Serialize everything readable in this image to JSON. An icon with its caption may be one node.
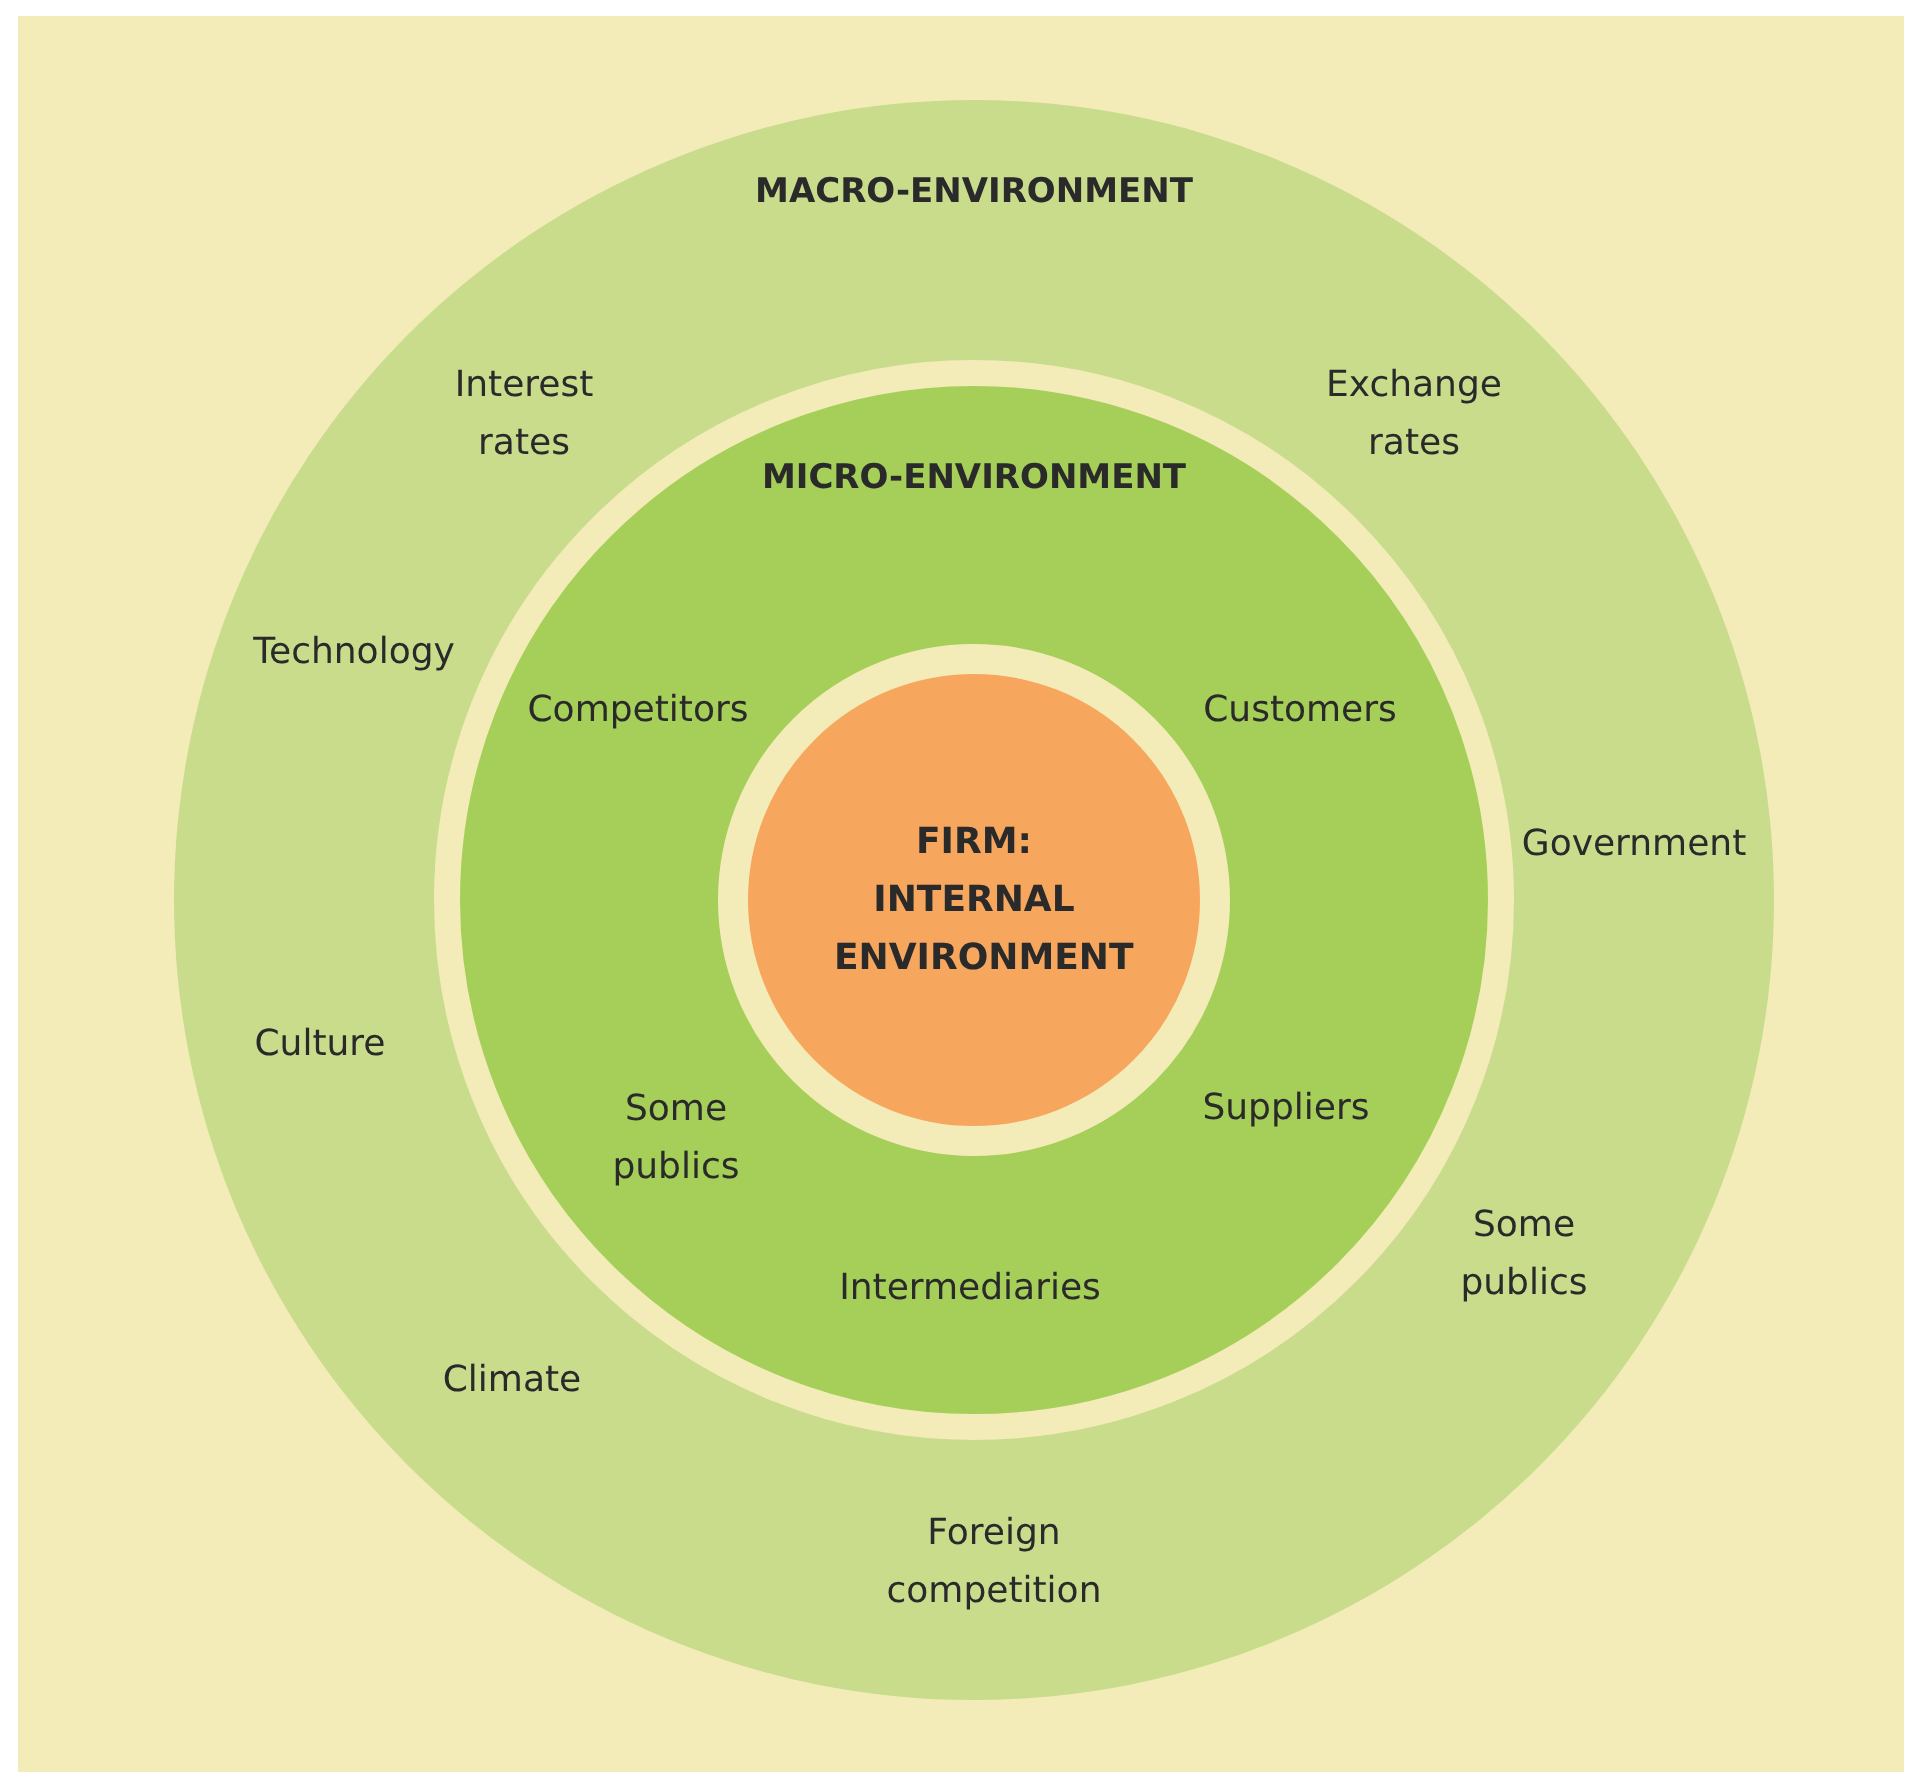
{
  "diagram": {
    "nodes": [
      {
        "text": [
          "MACRO-ENVIRONMENT"
        ]
      },
      {
        "text": [
          "MICRO-ENVIRONMENT"
        ],
        "in": 0
      },
      {
        "text": [
          "FIRM: INTERNAL ENVIRONMENT"
        ],
        "in": 1
      }
    ],
    "labels": [
      "Interest rates",
      "Exchange rates",
      "Technology",
      "Competitors",
      "Customers",
      "Government",
      "Culture",
      "Suppliers",
      "Some publics",
      "Some publics",
      "Intermediaries",
      "Climate",
      "Foreign competition"
    ]
  }
}
